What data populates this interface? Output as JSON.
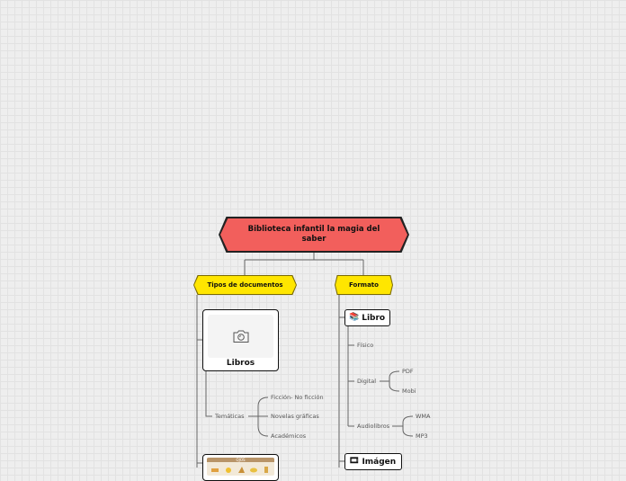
{
  "root": {
    "title": "Biblioteca infantil la magia del saber"
  },
  "topics": {
    "tipos": "Tipos de documentos",
    "formato": "Formato"
  },
  "tipos": {
    "libros_card": {
      "label": "Libros",
      "image_icon": "camera-icon"
    },
    "tematicas": {
      "label": "Temáticas",
      "items": [
        "Ficción- No ficción",
        "Novelas gráficas",
        "Académicos"
      ]
    },
    "second_card": {
      "thumb_title": "OJOS"
    }
  },
  "formato": {
    "libro": {
      "label": "Libro",
      "icon": "book-icon",
      "fisico": "Físico",
      "digital": {
        "label": "Digital",
        "items": [
          "PDF",
          "Mobi"
        ]
      },
      "audiolibros": {
        "label": "Audiolibros",
        "items": [
          "WMA",
          "MP3"
        ]
      }
    },
    "imagen": {
      "label": "Imágen",
      "icon": "film-icon"
    }
  },
  "colors": {
    "root_fill": "#f25f5c",
    "topic_fill": "#ffe600",
    "line": "#666666"
  }
}
